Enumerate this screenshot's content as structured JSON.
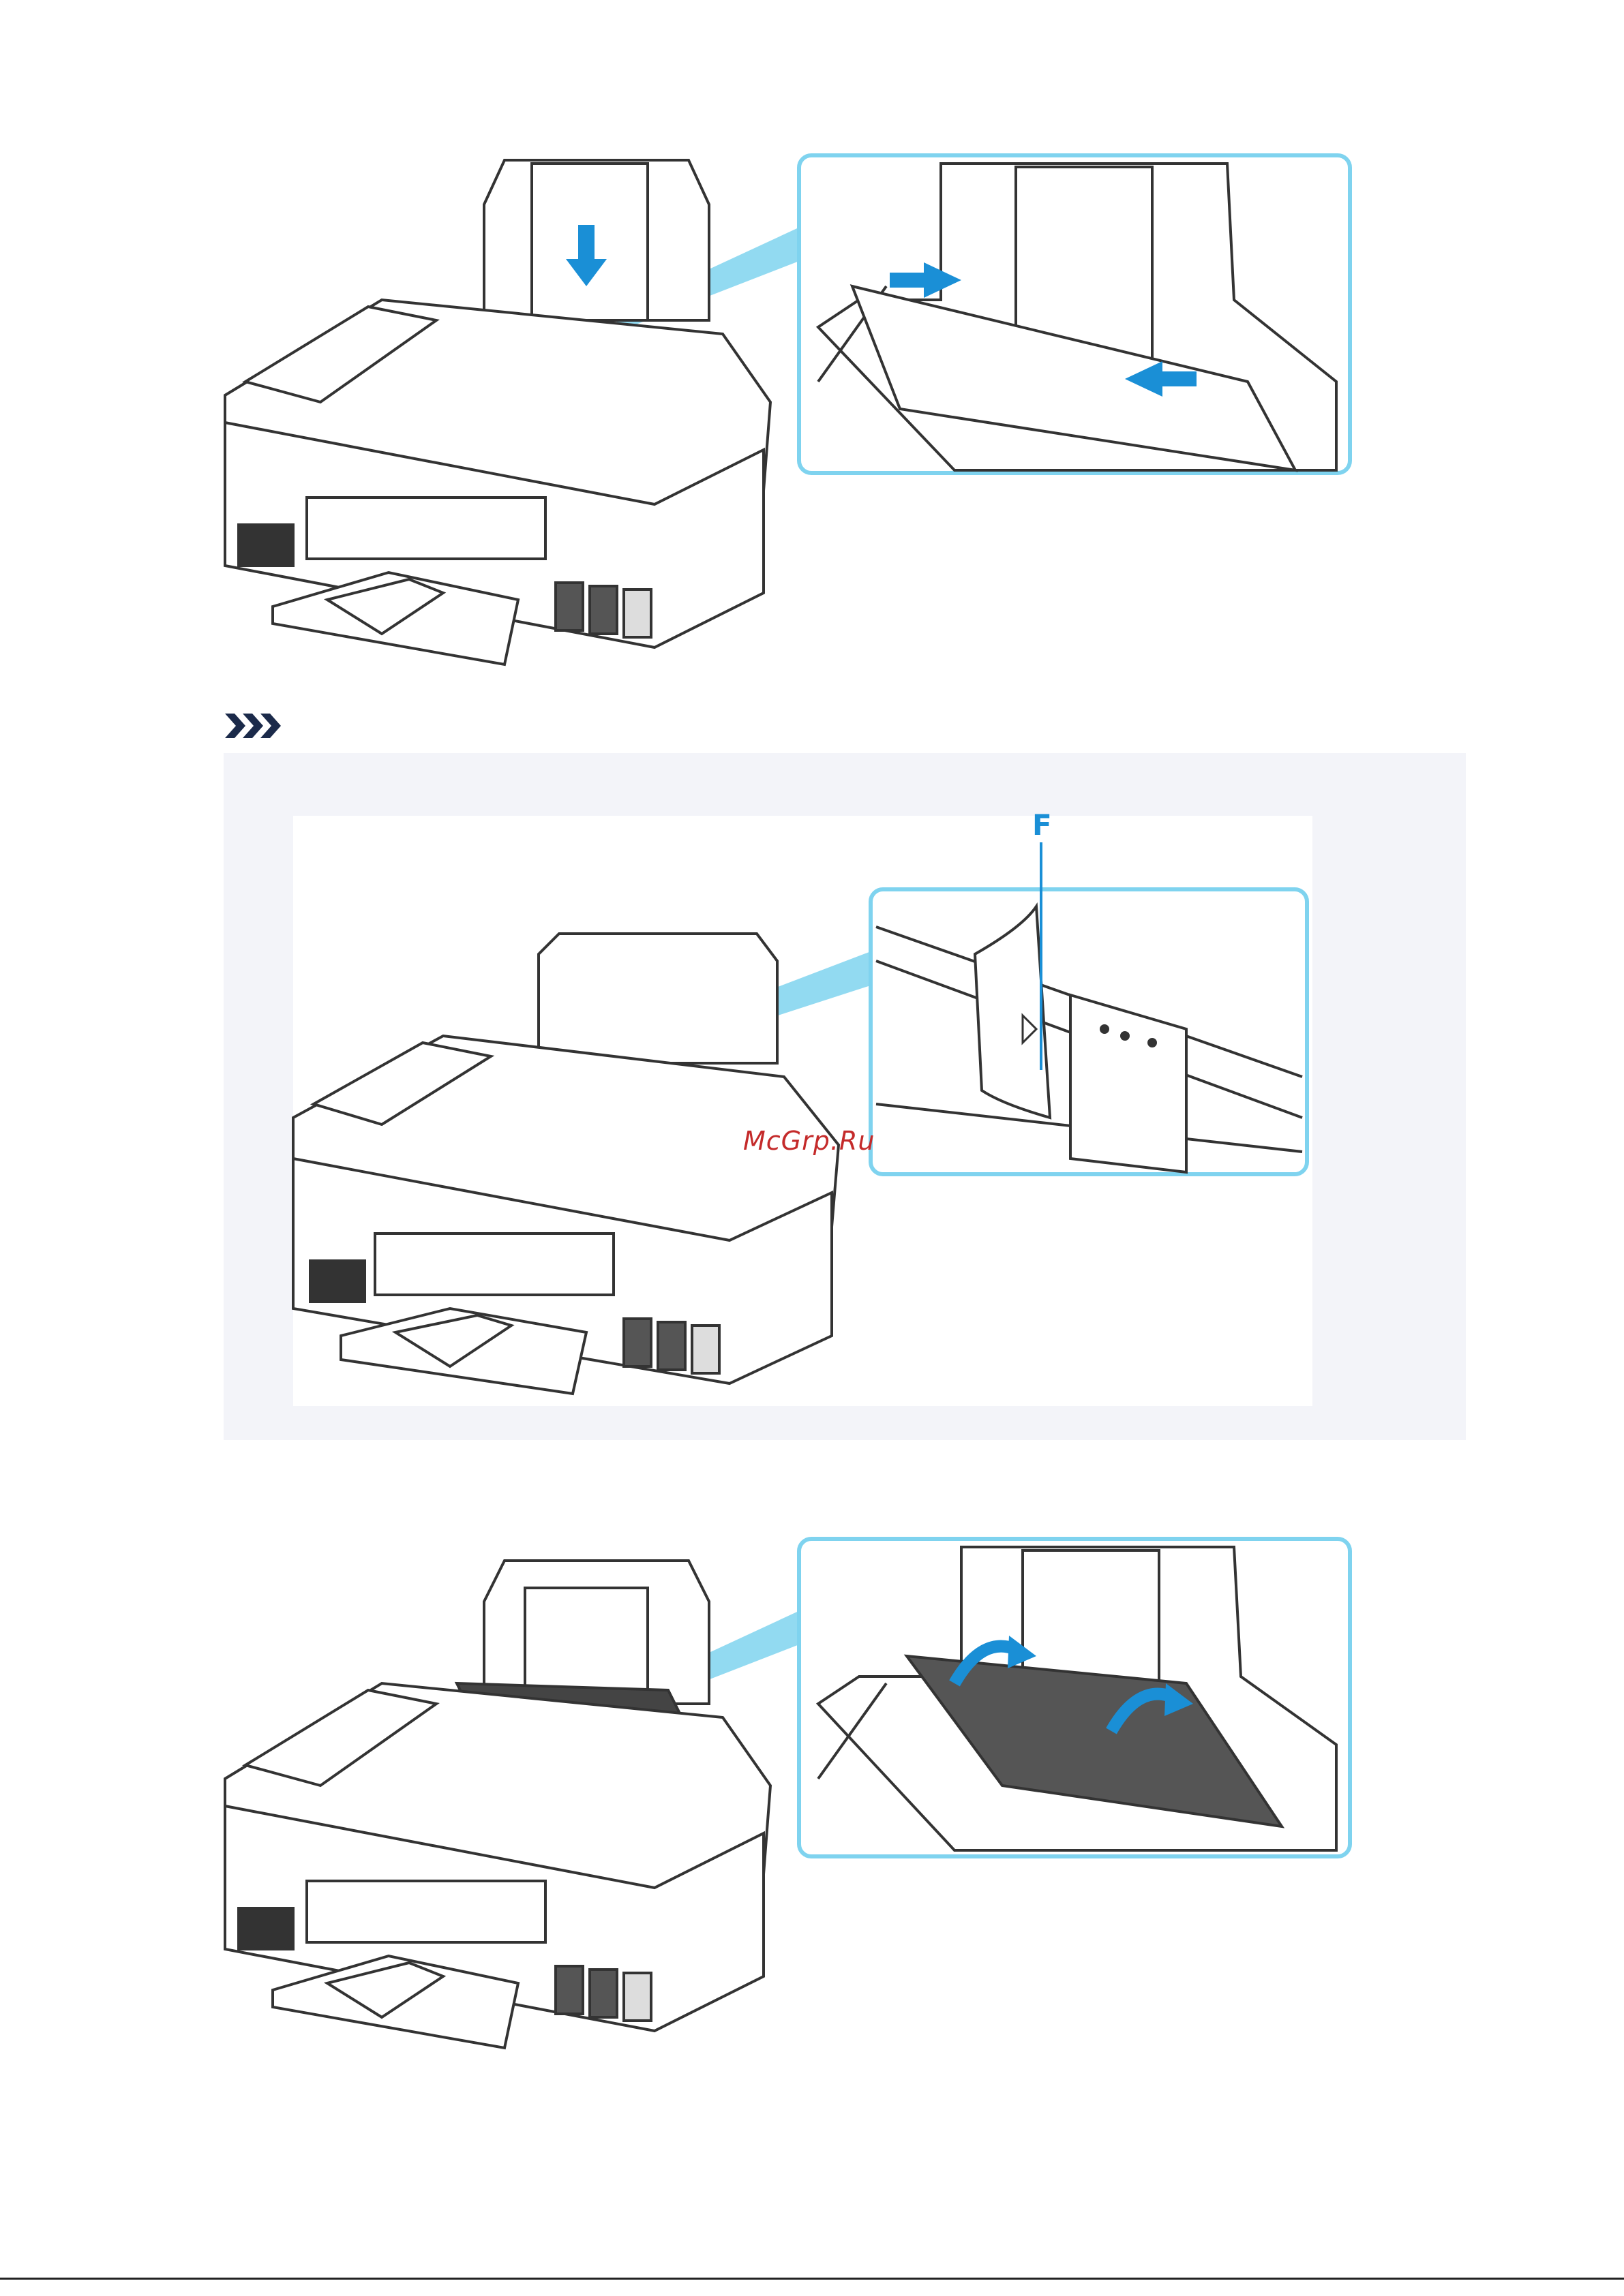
{
  "figures": {
    "top": {
      "name": "printer-load-paper-guides",
      "callout": "paper-guides-slide-inward"
    },
    "note": {
      "callout_label": "F",
      "watermark": "McGrp.Ru"
    },
    "bottom": {
      "name": "printer-feed-slot-cover-close",
      "callout": "feed-slot-cover-closing"
    }
  },
  "colors": {
    "callout_border": "#7fd3ef",
    "callout_beam": "#7fd3ef",
    "arrow_blue": "#1a8fd6",
    "note_bg": "#f3f4f9",
    "outline": "#333333",
    "watermark": "#c42a2a"
  },
  "icons": {
    "note": "note-chevrons-icon"
  }
}
